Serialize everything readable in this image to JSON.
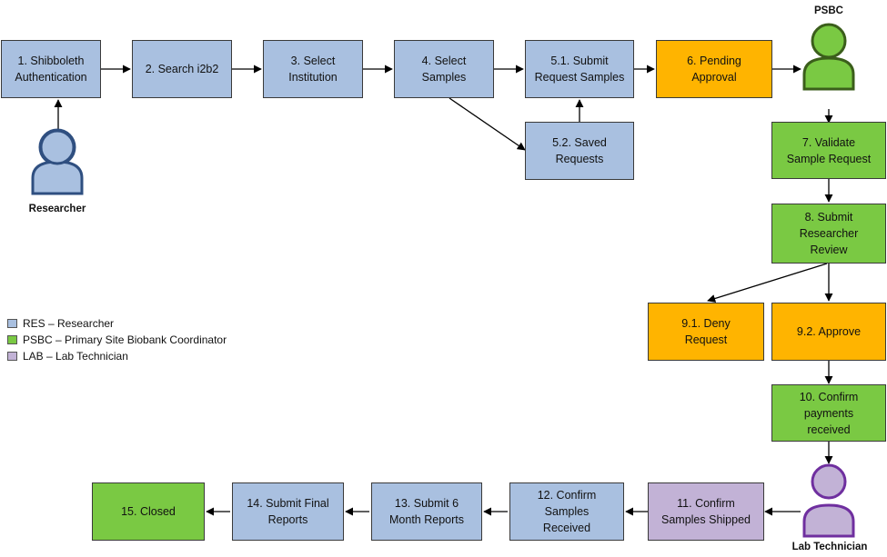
{
  "steps": {
    "s1": "1. Shibboleth\nAuthentication",
    "s2": "2. Search i2b2",
    "s3": "3. Select\nInstitution",
    "s4": "4. Select\nSamples",
    "s51": "5.1. Submit\nRequest Samples",
    "s52": "5.2. Saved\nRequests",
    "s6": "6. Pending\nApproval",
    "s7": "7. Validate\nSample Request",
    "s8": "8. Submit\nResearcher\nReview",
    "s91": "9.1. Deny\nRequest",
    "s92": "9.2. Approve",
    "s10": "10. Confirm\npayments\nreceived",
    "s11": "11. Confirm\nSamples Shipped",
    "s12": "12. Confirm\nSamples\nReceived",
    "s13": "13. Submit 6\nMonth Reports",
    "s14": "14. Submit Final\nReports",
    "s15": "15. Closed"
  },
  "actors": {
    "researcher": "Researcher",
    "psbc": "PSBC",
    "lab": "Lab Technician"
  },
  "legend": [
    {
      "text": "RES – Researcher",
      "color": "#a9c0e0"
    },
    {
      "text": "PSBC – Primary Site Biobank Coordinator",
      "color": "#7ac943"
    },
    {
      "text": "LAB – Lab Technician",
      "color": "#c2b2d6"
    }
  ],
  "colors": {
    "res": "#a9c0e0",
    "psbc": "#7ac943",
    "lab": "#c2b2d6",
    "pending": "#ffb400"
  }
}
